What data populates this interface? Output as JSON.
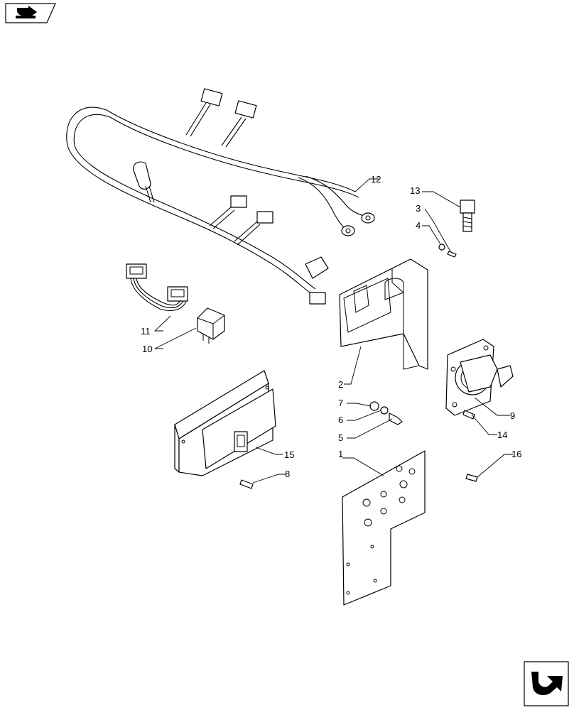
{
  "diagram": {
    "callouts": [
      {
        "id": "c1",
        "label": "1"
      },
      {
        "id": "c2",
        "label": "2"
      },
      {
        "id": "c3",
        "label": "3"
      },
      {
        "id": "c4",
        "label": "4"
      },
      {
        "id": "c5",
        "label": "5"
      },
      {
        "id": "c6",
        "label": "6"
      },
      {
        "id": "c7",
        "label": "7"
      },
      {
        "id": "c8",
        "label": "8"
      },
      {
        "id": "c9",
        "label": "9"
      },
      {
        "id": "c10",
        "label": "10"
      },
      {
        "id": "c11",
        "label": "11"
      },
      {
        "id": "c12",
        "label": "12"
      },
      {
        "id": "c13",
        "label": "13"
      },
      {
        "id": "c14",
        "label": "14"
      },
      {
        "id": "c15",
        "label": "15"
      },
      {
        "id": "c16",
        "label": "16"
      }
    ]
  },
  "icons": {
    "top_left": "book-arrow-icon",
    "bottom_right": "next-page-arrow-icon"
  }
}
